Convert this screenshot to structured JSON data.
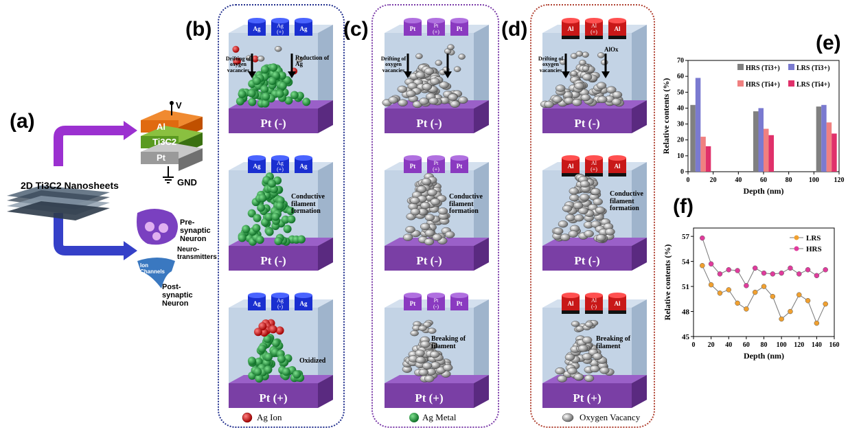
{
  "panel_labels": {
    "a": "(a)",
    "b": "(b)",
    "c": "(c)",
    "d": "(d)",
    "e": "(e)",
    "f": "(f)"
  },
  "panel_a": {
    "material": "2D Ti3C2 Nanosheets",
    "stack": {
      "top": "Al",
      "middle": "Ti3C2",
      "bottom": "Pt",
      "voltage": "V",
      "ground": "GND"
    },
    "synapse": {
      "pre": "Pre-synaptic Neuron",
      "nt": "Neuro-transmitters",
      "ion": "Ion Channels",
      "post": "Post-synaptic Neuron"
    }
  },
  "panel_b": {
    "electrodes_top": [
      "Ag",
      "Ag (+)",
      "Ag"
    ],
    "electrodes_mid": [
      "Ag",
      "Ag (+)",
      "Ag"
    ],
    "electrodes_bot": [
      "Ag",
      "Ag (-)",
      "Ag"
    ],
    "base": [
      "Pt (-)",
      "Pt (-)",
      "Pt (+)"
    ],
    "drift": "Drifting of oxygen vacancies",
    "reduction": "Reduction of Ag",
    "filament": "Conductive filament formation",
    "oxidized": "Oxidized",
    "legend": "Ag Ion"
  },
  "panel_c": {
    "electrodes_top": [
      "Pt",
      "Pt (+)",
      "Pt"
    ],
    "electrodes_mid": [
      "Pt",
      "Pt (+)",
      "Pt"
    ],
    "electrodes_bot": [
      "Pt",
      "Pt (-)",
      "Pt"
    ],
    "base": [
      "Pt (-)",
      "Pt (-)",
      "Pt (+)"
    ],
    "drift": "Drifting of oxygen vacancies",
    "filament": "Conductive filament formation",
    "breaking": "Breaking of filament",
    "legend": "Ag Metal"
  },
  "panel_d": {
    "electrodes_top": [
      "Al",
      "Al (+)",
      "Al"
    ],
    "electrodes_mid": [
      "Al",
      "Al (+)",
      "Al"
    ],
    "electrodes_bot": [
      "Al",
      "Al (-)",
      "Al"
    ],
    "base": [
      "Pt (-)",
      "Pt (-)",
      "Pt (+)"
    ],
    "alox": "AlOx",
    "drift": "Drifting of oxygen vacancies",
    "filament": "Conductive filament formation",
    "breaking": "Breaking of filament",
    "legend": "Oxygen Vacancy"
  },
  "colors": {
    "purple_base": "#7a3fa5",
    "box": "#b9cbe0",
    "ag_green": "#1e9a3c",
    "ag_red": "#d31f1f",
    "grey": "#9a9a9a"
  },
  "chart_data": [
    {
      "type": "bar",
      "xlabel": "Depth (nm)",
      "ylabel": "Relative contents (%)",
      "xlim": [
        0,
        120
      ],
      "ylim": [
        0,
        70
      ],
      "x_ticks": [
        "0",
        "20",
        "40",
        "60",
        "80",
        "100",
        "120"
      ],
      "y_ticks": [
        "0",
        "10",
        "20",
        "30",
        "40",
        "50",
        "60",
        "70"
      ],
      "categories": [
        10,
        60,
        110
      ],
      "series": [
        {
          "name": "HRS (Ti3+)",
          "color": "#808080",
          "values": [
            42,
            38,
            41
          ]
        },
        {
          "name": "LRS (Ti3+)",
          "color": "#7a7ad0",
          "values": [
            59,
            40,
            42
          ]
        },
        {
          "name": "HRS (Ti4+)",
          "color": "#f08080",
          "values": [
            22,
            27,
            31
          ]
        },
        {
          "name": "LRS (Ti4+)",
          "color": "#e0306a",
          "values": [
            16,
            23,
            24
          ]
        }
      ],
      "legend": "top"
    },
    {
      "type": "line",
      "xlabel": "Depth (nm)",
      "ylabel": "Relative contents (%)",
      "xlim": [
        0,
        160
      ],
      "ylim": [
        45,
        58
      ],
      "x_ticks": [
        "0",
        "20",
        "40",
        "60",
        "80",
        "100",
        "120",
        "140",
        "160"
      ],
      "y_ticks": [
        "45",
        "48",
        "51",
        "54",
        "57"
      ],
      "x": [
        10,
        20,
        30,
        40,
        50,
        60,
        70,
        80,
        90,
        100,
        110,
        120,
        130,
        140,
        150
      ],
      "series": [
        {
          "name": "LRS",
          "color": "#f0a030",
          "values": [
            53.5,
            51.2,
            50.2,
            50.6,
            49.0,
            48.3,
            50.3,
            51.0,
            49.8,
            47.1,
            48.0,
            50.0,
            49.3,
            46.6,
            48.9
          ]
        },
        {
          "name": "HRS",
          "color": "#e03b9c",
          "values": [
            56.8,
            53.7,
            52.5,
            53.0,
            52.9,
            51.1,
            53.2,
            52.6,
            52.5,
            52.6,
            53.2,
            52.5,
            53.0,
            52.3,
            53.0
          ]
        }
      ],
      "legend": "top-right"
    }
  ]
}
